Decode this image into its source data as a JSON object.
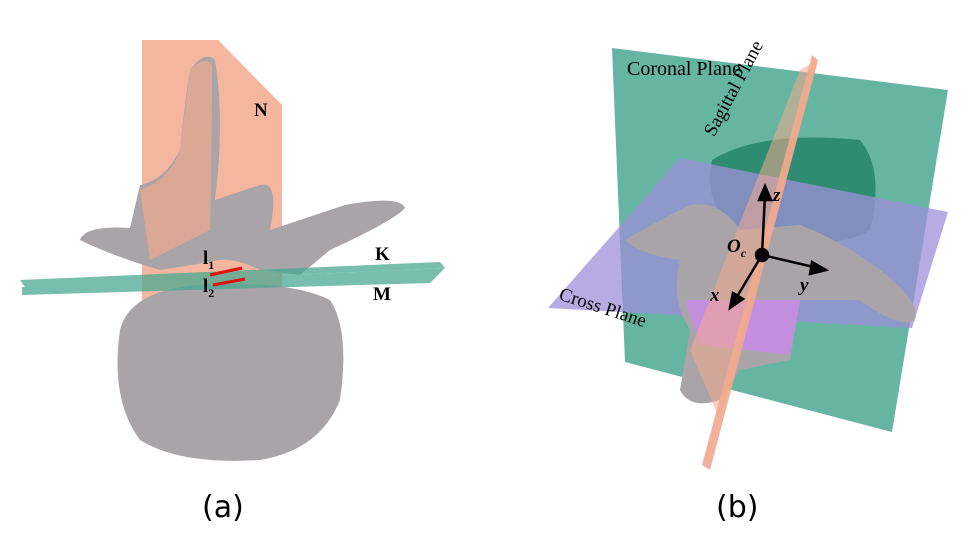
{
  "panel_a": {
    "caption": "(a)",
    "labels": {
      "N": "N",
      "K": "K",
      "M": "M",
      "l1": "l",
      "l1_sub": "1",
      "l2": "l",
      "l2_sub": "2"
    }
  },
  "panel_b": {
    "caption": "(b)",
    "labels": {
      "coronal": "Coronal Plane",
      "sagittal": "Sagittal Plane",
      "cross": "Cross Plane",
      "z": "z",
      "origin": "O",
      "origin_sub": "c",
      "x": "x",
      "y": "y"
    }
  },
  "colors": {
    "sagittal_plane": "#f2a98e",
    "teal_plane": "#4aa892",
    "cross_plane": "#c98be8",
    "bone": "#a9a4a8",
    "line": "#e01010"
  }
}
